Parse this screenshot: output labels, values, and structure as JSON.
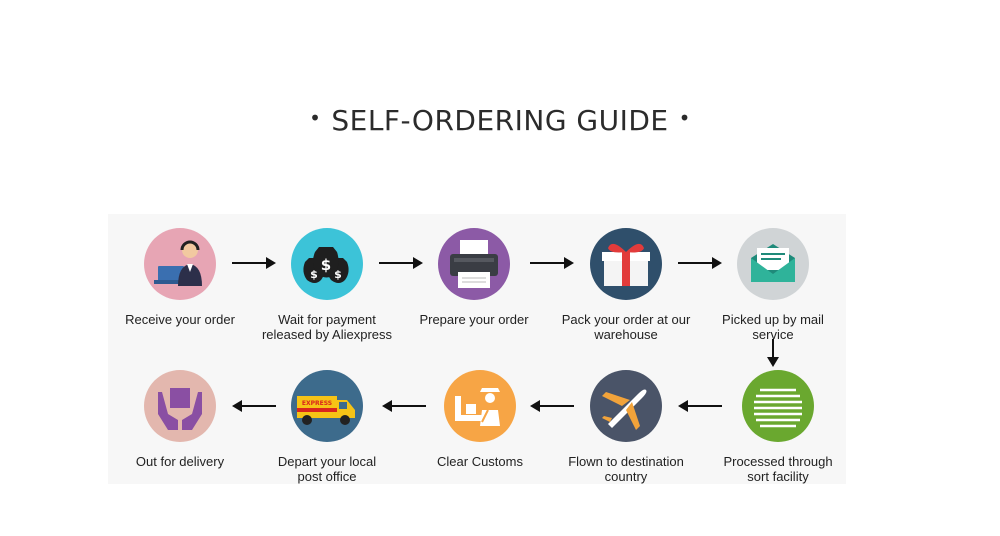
{
  "title": "SELF-ORDERING GUIDE",
  "title_dot": "•",
  "van_text": "EXPRESS",
  "steps": [
    {
      "label": "Receive your order",
      "icon": "customer-service-agent-icon",
      "color": "#e7a5b4"
    },
    {
      "label": "Wait  for payment\nreleased by Aliexpress",
      "icon": "money-bags-icon",
      "color": "#3cc3d8"
    },
    {
      "label": "Prepare your order",
      "icon": "printer-icon",
      "color": "#8c5aa6"
    },
    {
      "label": "Pack your order at our\nwarehouse",
      "icon": "gift-box-icon",
      "color": "#2f4f6b"
    },
    {
      "label": "Picked up by mail\nservice",
      "icon": "envelope-icon",
      "color": "#d0d4d6"
    },
    {
      "label": "Processed through\nsort facility",
      "icon": "sort-lines-icon",
      "color": "#6aa82f"
    },
    {
      "label": "Flown to destination\ncountry",
      "icon": "airplane-icon",
      "color": "#4a5468"
    },
    {
      "label": "Clear Customs",
      "icon": "customs-officer-icon",
      "color": "#f7a545"
    },
    {
      "label": "Depart your local\npost office",
      "icon": "delivery-van-icon",
      "color": "#3d6b8c"
    },
    {
      "label": "Out for delivery",
      "icon": "hands-package-icon",
      "color": "#e3b7ae"
    }
  ]
}
